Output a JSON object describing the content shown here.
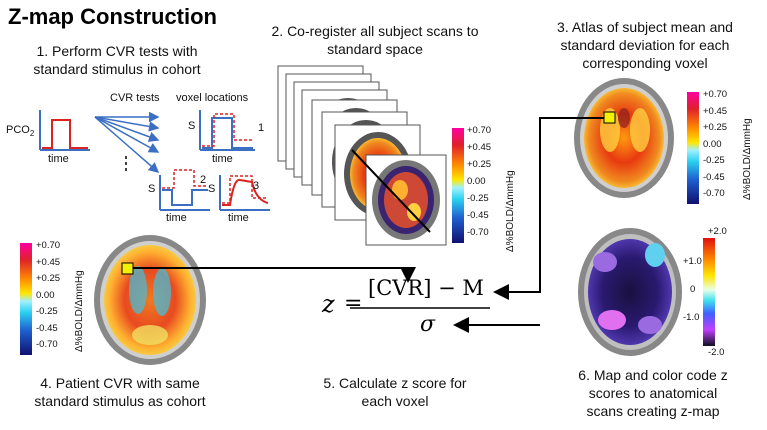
{
  "title": "Z-map Construction",
  "steps": {
    "step1": [
      "1.  Perform CVR tests with",
      "standard stimulus in cohort"
    ],
    "step2": [
      "2. Co-register all subject scans to",
      "standard space"
    ],
    "step3": [
      "3. Atlas of subject mean and",
      "standard deviation for each",
      "corresponding voxel"
    ],
    "step4": [
      "4. Patient CVR with same",
      "standard stimulus as cohort"
    ],
    "step5": [
      "5. Calculate z score for",
      "each voxel"
    ],
    "step6": [
      "6. Map and color code z",
      "scores to anatomical",
      "scans creating z-map"
    ]
  },
  "panel1": {
    "cvr_tests": "CVR tests",
    "voxel_locations": "voxel locations",
    "pco2": "PCO",
    "pco2_sub": "2",
    "time": "time",
    "s": "S",
    "n1": "1",
    "n2": "2",
    "n3": "3"
  },
  "cvr_colorbar": {
    "ticks": [
      "+0.70",
      "+0.45",
      "+0.25",
      "0.00",
      "-0.25",
      "-0.45",
      "-0.70"
    ],
    "unit": "Δ%BOLD/ΔmmHg"
  },
  "z_colorbar": {
    "ticks": [
      "+2.0",
      "+1.0",
      "0",
      "-1.0",
      "-2.0"
    ]
  },
  "formula": {
    "lhs": "z",
    "eq": "=",
    "numerator": "[CVR] − M",
    "denominator": "σ"
  },
  "colors": {
    "red_curve": "#d22",
    "blue_curve": "#3a6fc4",
    "arrow": "#000000",
    "marker": "#f4f000"
  }
}
